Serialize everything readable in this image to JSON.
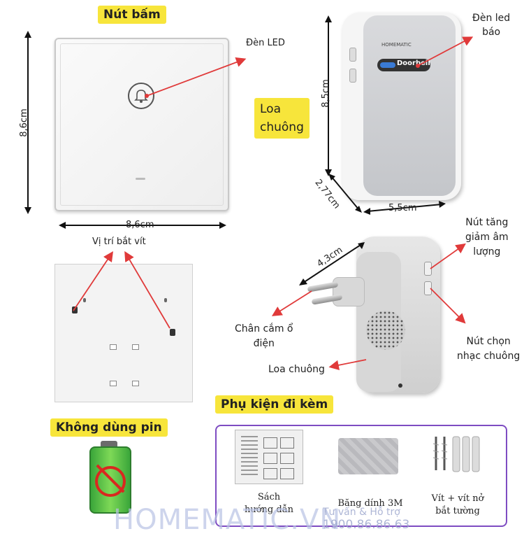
{
  "titles": {
    "button": "Nút bấm",
    "speaker": "Loa\nchuông",
    "accessories": "Phụ kiện đi kèm",
    "no_battery": "Không dùng pin"
  },
  "labels": {
    "led": "Đèn LED",
    "led_indicator": "Đèn led\nbáo",
    "screw_position": "Vị trí bắt vít",
    "volume_button": "Nút tăng\ngiảm âm\nlượng",
    "music_button": "Nút chọn\nnhạc chuông",
    "plug": "Chân cắm ổ\nđiện",
    "speaker": "Loa chuông"
  },
  "dimensions": {
    "button_height": "8,6cm",
    "button_width": "8,6cm",
    "speaker_height": "8,5cm",
    "speaker_depth": "2,77cm",
    "speaker_width": "5,5cm",
    "plug_depth": "4,3cm"
  },
  "device_text": {
    "brand": "HOMEMATIC",
    "badge": "Doorbell"
  },
  "accessories": {
    "manual": "Sách\nhướng dẫn",
    "tape": "Băng dính 3M",
    "screws": "Vít + vít nở\nbắt tường"
  },
  "watermark": {
    "brand": "HOMEMATIC.VN",
    "support": "Tư vấn & Hỗ trợ",
    "phone": "1900.86.86.63"
  },
  "colors": {
    "highlight": "#f7e53b",
    "arrow": "#e03a3a",
    "accessory_border": "#7e4cc2"
  }
}
